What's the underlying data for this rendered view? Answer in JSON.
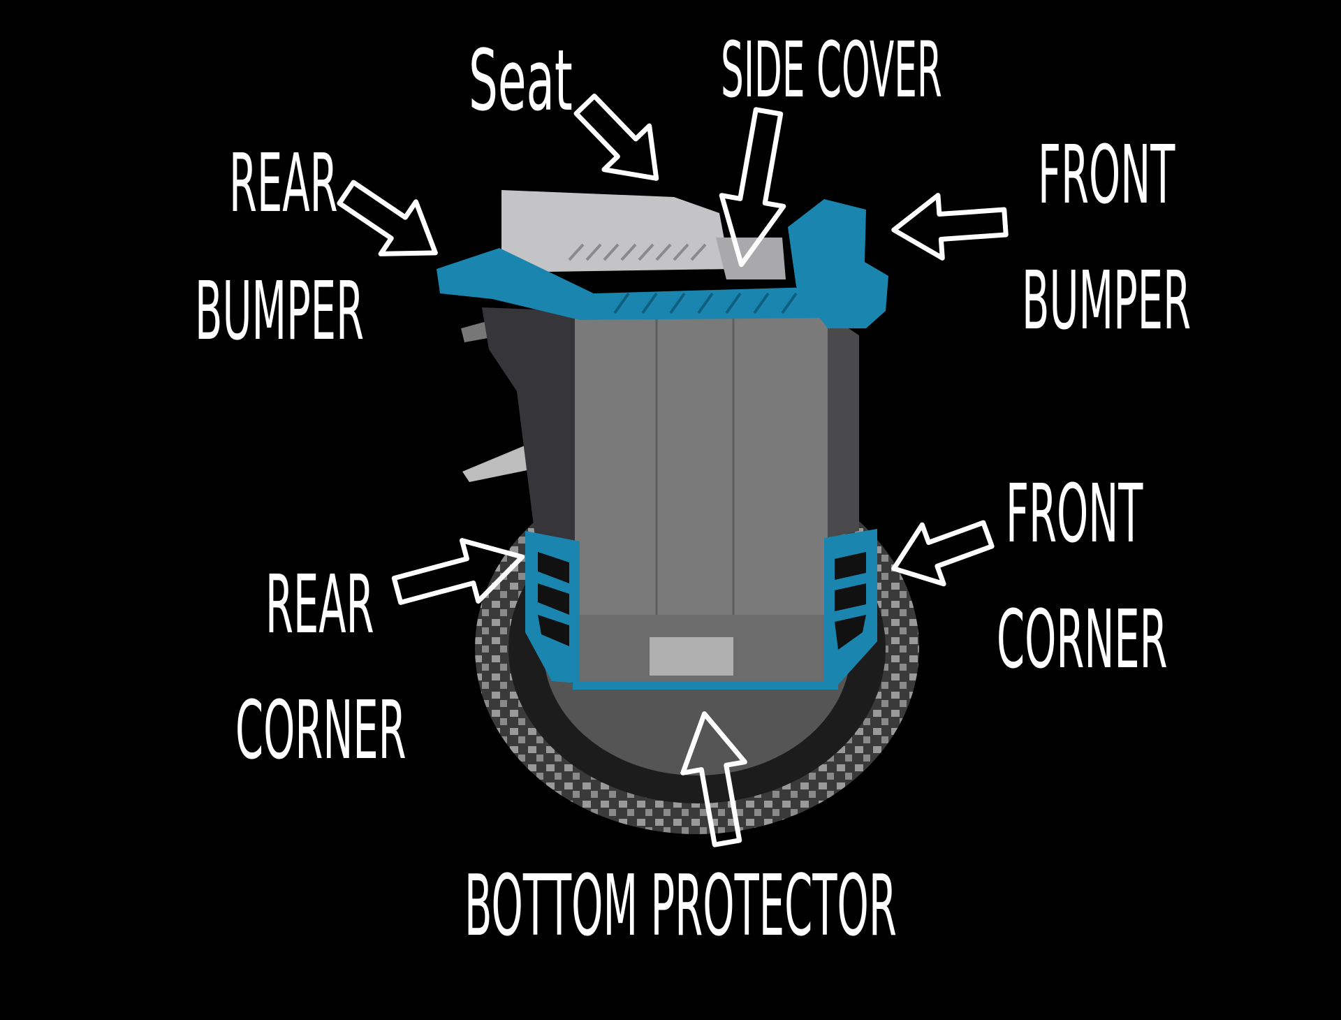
{
  "labels": {
    "seat": "Seat",
    "side_cover": "SIDE COVER",
    "rear_bumper_1": "REAR",
    "rear_bumper_2": "BUMPER",
    "front_bumper_1": "FRONT",
    "front_bumper_2": "BUMPER",
    "rear_corner_1": "REAR",
    "rear_corner_2": "CORNER",
    "front_corner_1": "FRONT",
    "front_corner_2": "CORNER",
    "bottom_protector": "BOTTOM PROTECTOR"
  },
  "colors": {
    "background": "#000000",
    "accent_blue": "#1a86b0",
    "panel_gray": "#7a7a7a",
    "seat_gray": "#c4c4c6",
    "label": "#ffffff"
  }
}
